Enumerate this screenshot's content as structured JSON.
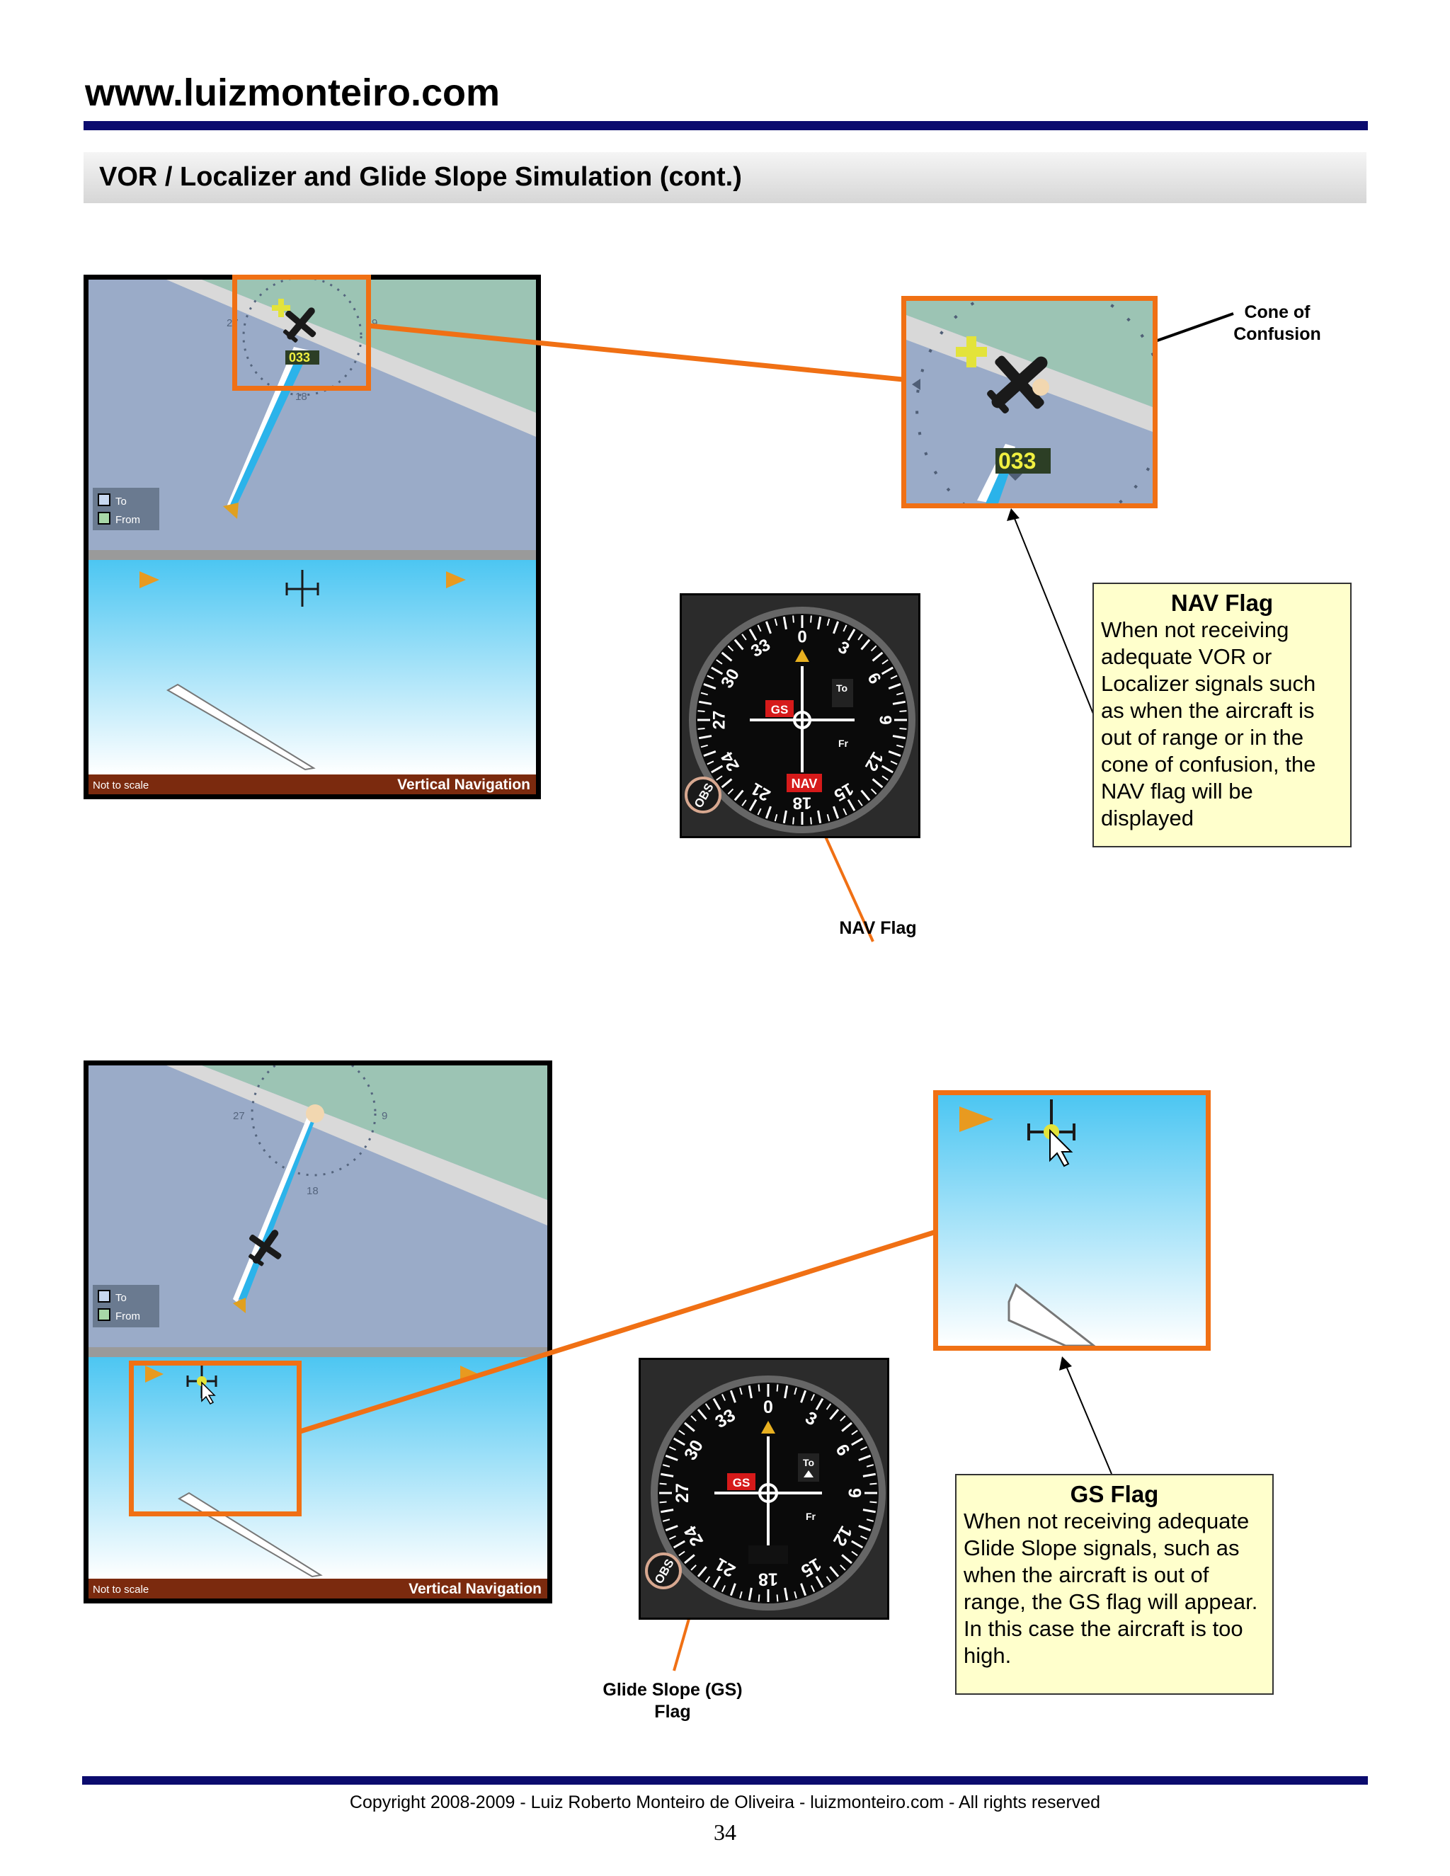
{
  "header": {
    "site": "www.luizmonteiro.com",
    "section_title": "VOR / Localizer and Glide Slope Simulation (cont.)"
  },
  "simulator": {
    "legend_to": "To",
    "legend_from": "From",
    "not_to_scale": "Not to scale",
    "vertical_navigation": "Vertical Navigation",
    "compass_27": "27",
    "compass_9": "9",
    "compass_18": "18",
    "heading_readout": "033"
  },
  "instrument": {
    "scale": [
      "0",
      "3",
      "6",
      "9",
      "12",
      "15",
      "18",
      "21",
      "24",
      "27",
      "30",
      "33"
    ],
    "to_label": "To",
    "fr_label": "Fr",
    "gs_flag": "GS",
    "nav_flag": "NAV",
    "obs_knob": "OBS"
  },
  "example1": {
    "cone_label_line1": "Cone of",
    "cone_label_line2": "Confusion",
    "callout_title": "NAV Flag",
    "callout_text": "When not receiving adequate VOR or Localizer signals such as when the aircraft is out of range or in the cone of confusion, the NAV flag will be displayed",
    "arrow_label": "NAV Flag"
  },
  "example2": {
    "callout_title": "GS Flag",
    "callout_text": "When not receiving adequate Glide Slope signals, such as when the aircraft is out of range, the GS flag will appear. In this case the aircraft is too high.",
    "arrow_label_line1": "Glide Slope (GS)",
    "arrow_label_line2": "Flag"
  },
  "footer": {
    "copyright": "Copyright 2008-2009 - Luiz Roberto Monteiro de Oliveira - luizmonteiro.com - All rights reserved",
    "page_number": "34"
  },
  "colors": {
    "rule_navy": "#0b0b6e",
    "highlight_orange": "#f07014",
    "callout_yellow": "#ffffcc",
    "map_blue": "#9aabc8",
    "map_green": "#9cc4b4",
    "sky_blue": "#4cc6f2",
    "flag_red": "#d61a1a"
  }
}
